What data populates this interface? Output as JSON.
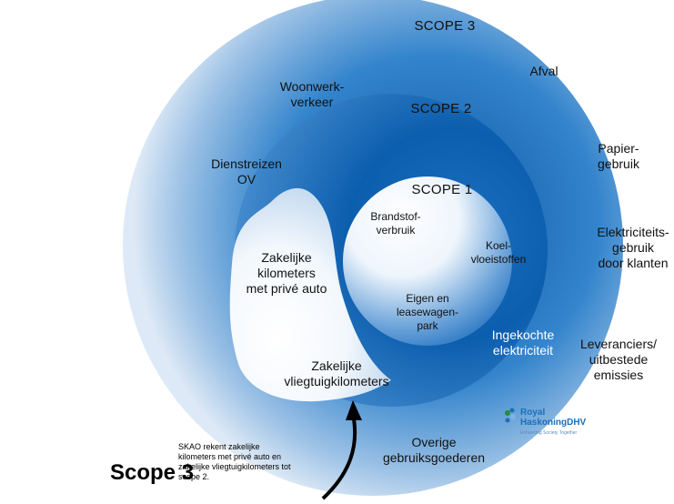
{
  "scopes": {
    "scope3": "SCOPE 3",
    "scope2": "SCOPE 2",
    "scope1": "SCOPE 1"
  },
  "scope3_items": {
    "afval": "Afval",
    "woon_werk": "Woonwerk-\nverkeer",
    "papier": "Papier-\ngebruik",
    "dienstreizen": "Dienstreizen\nOV",
    "elektriciteit_klanten": "Elektriciteits-\ngebruik\ndoor klanten",
    "leveranciers": "Leveranciers/\nuitbestede\nemissies",
    "overige": "Overige\ngebruiksgoederen"
  },
  "white_zone_items": {
    "prive_auto": "Zakelijke\nkilometers\nmet privé auto",
    "vlieg": "Zakelijke\nvliegtuigkilometers"
  },
  "scope2_items": {
    "ingekochte": "Ingekochte\nelektriciteit"
  },
  "scope1_items": {
    "brandstof": "Brandstof-\nverbruik",
    "koel": "Koel-\nvloeistoffen",
    "eigen": "Eigen en\nleasewagen-\npark"
  },
  "footer": {
    "title": "Scope 3",
    "note": "SKAO rekent zakelijke\nkilometers met privé auto en\nzakelijke vliegtuigkilometers tot\nscope 2."
  },
  "logo": {
    "line1": "Royal",
    "line2": "HaskoningDHV",
    "tagline": "Enhancing Society Together"
  },
  "colors": {
    "scope3_blue": "#1f74c2",
    "scope2_blue": "#0d63b4",
    "scope1_blue": "#2a79c4",
    "light_edge": "#e4eef8"
  }
}
